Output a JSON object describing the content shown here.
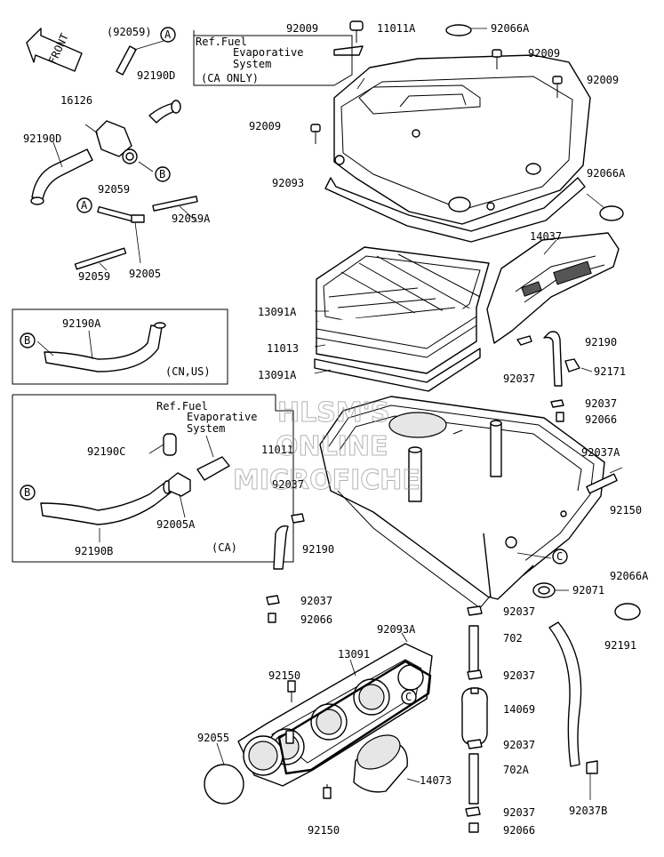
{
  "front_arrow": "FRONT",
  "labels": {
    "p92059_top": "(92059)",
    "p92190D": "92190D",
    "p16126": "16126",
    "p92190D_2": "92190D",
    "p92059": "92059",
    "p92059A": "92059A",
    "p92005": "92005",
    "p92059_b": "92059",
    "p92190A": "92190A",
    "p92190C": "92190C",
    "p92005A": "92005A",
    "p92190B": "92190B",
    "p92009_a": "92009",
    "p11011A": "11011A",
    "p92066A_a": "92066A",
    "p92009_b": "92009",
    "p92009_c": "92009",
    "p92009_d": "92009",
    "p92093": "92093",
    "p92066A_b": "92066A",
    "p14037": "14037",
    "p13091A_a": "13091A",
    "p11013": "11013",
    "p13091A_b": "13091A",
    "p92190_a": "92190",
    "p92171": "92171",
    "p92037_a": "92037",
    "p92037_b": "92037",
    "p92066_a": "92066",
    "p11011": "11011",
    "p92037A": "92037A",
    "p92037_c": "92037",
    "p92150_a": "92150",
    "p92190_b": "92190",
    "p92066A_c": "92066A",
    "p92071": "92071",
    "p92037_d": "92037",
    "p92066_b": "92066",
    "p92037_e": "92037",
    "p702": "702",
    "p92191": "92191",
    "p92037_f": "92037",
    "p14069": "14069",
    "p92150_b": "92150",
    "p13091": "13091",
    "p92093A": "92093A",
    "p92037_g": "92037",
    "p92055": "92055",
    "p702A": "702A",
    "p14073": "14073",
    "p92037_h": "92037",
    "p92037B": "92037B",
    "p92150_c": "92150",
    "p92066_c": "92066"
  },
  "callouts": {
    "A1": "A",
    "A2": "A",
    "B1": "B",
    "B2": "B",
    "B3": "B",
    "C1": "C",
    "C2": "C"
  },
  "notes": {
    "ref_top_1": "Ref.Fuel",
    "ref_top_2": "Evaporative",
    "ref_top_3": "System",
    "ref_top_4": "(CA ONLY)",
    "cn_us": "(CN,US)",
    "ref_mid_1": "Ref.Fuel",
    "ref_mid_2": "Evaporative",
    "ref_mid_3": "System",
    "ca": "(CA)"
  },
  "watermark": {
    "line1": "HLSM'S",
    "line2": "ONLINE",
    "line3": "MICROFICHE"
  },
  "colors": {
    "ink": "#000000",
    "paper": "#ffffff",
    "watermark": "#9a9a9a"
  }
}
